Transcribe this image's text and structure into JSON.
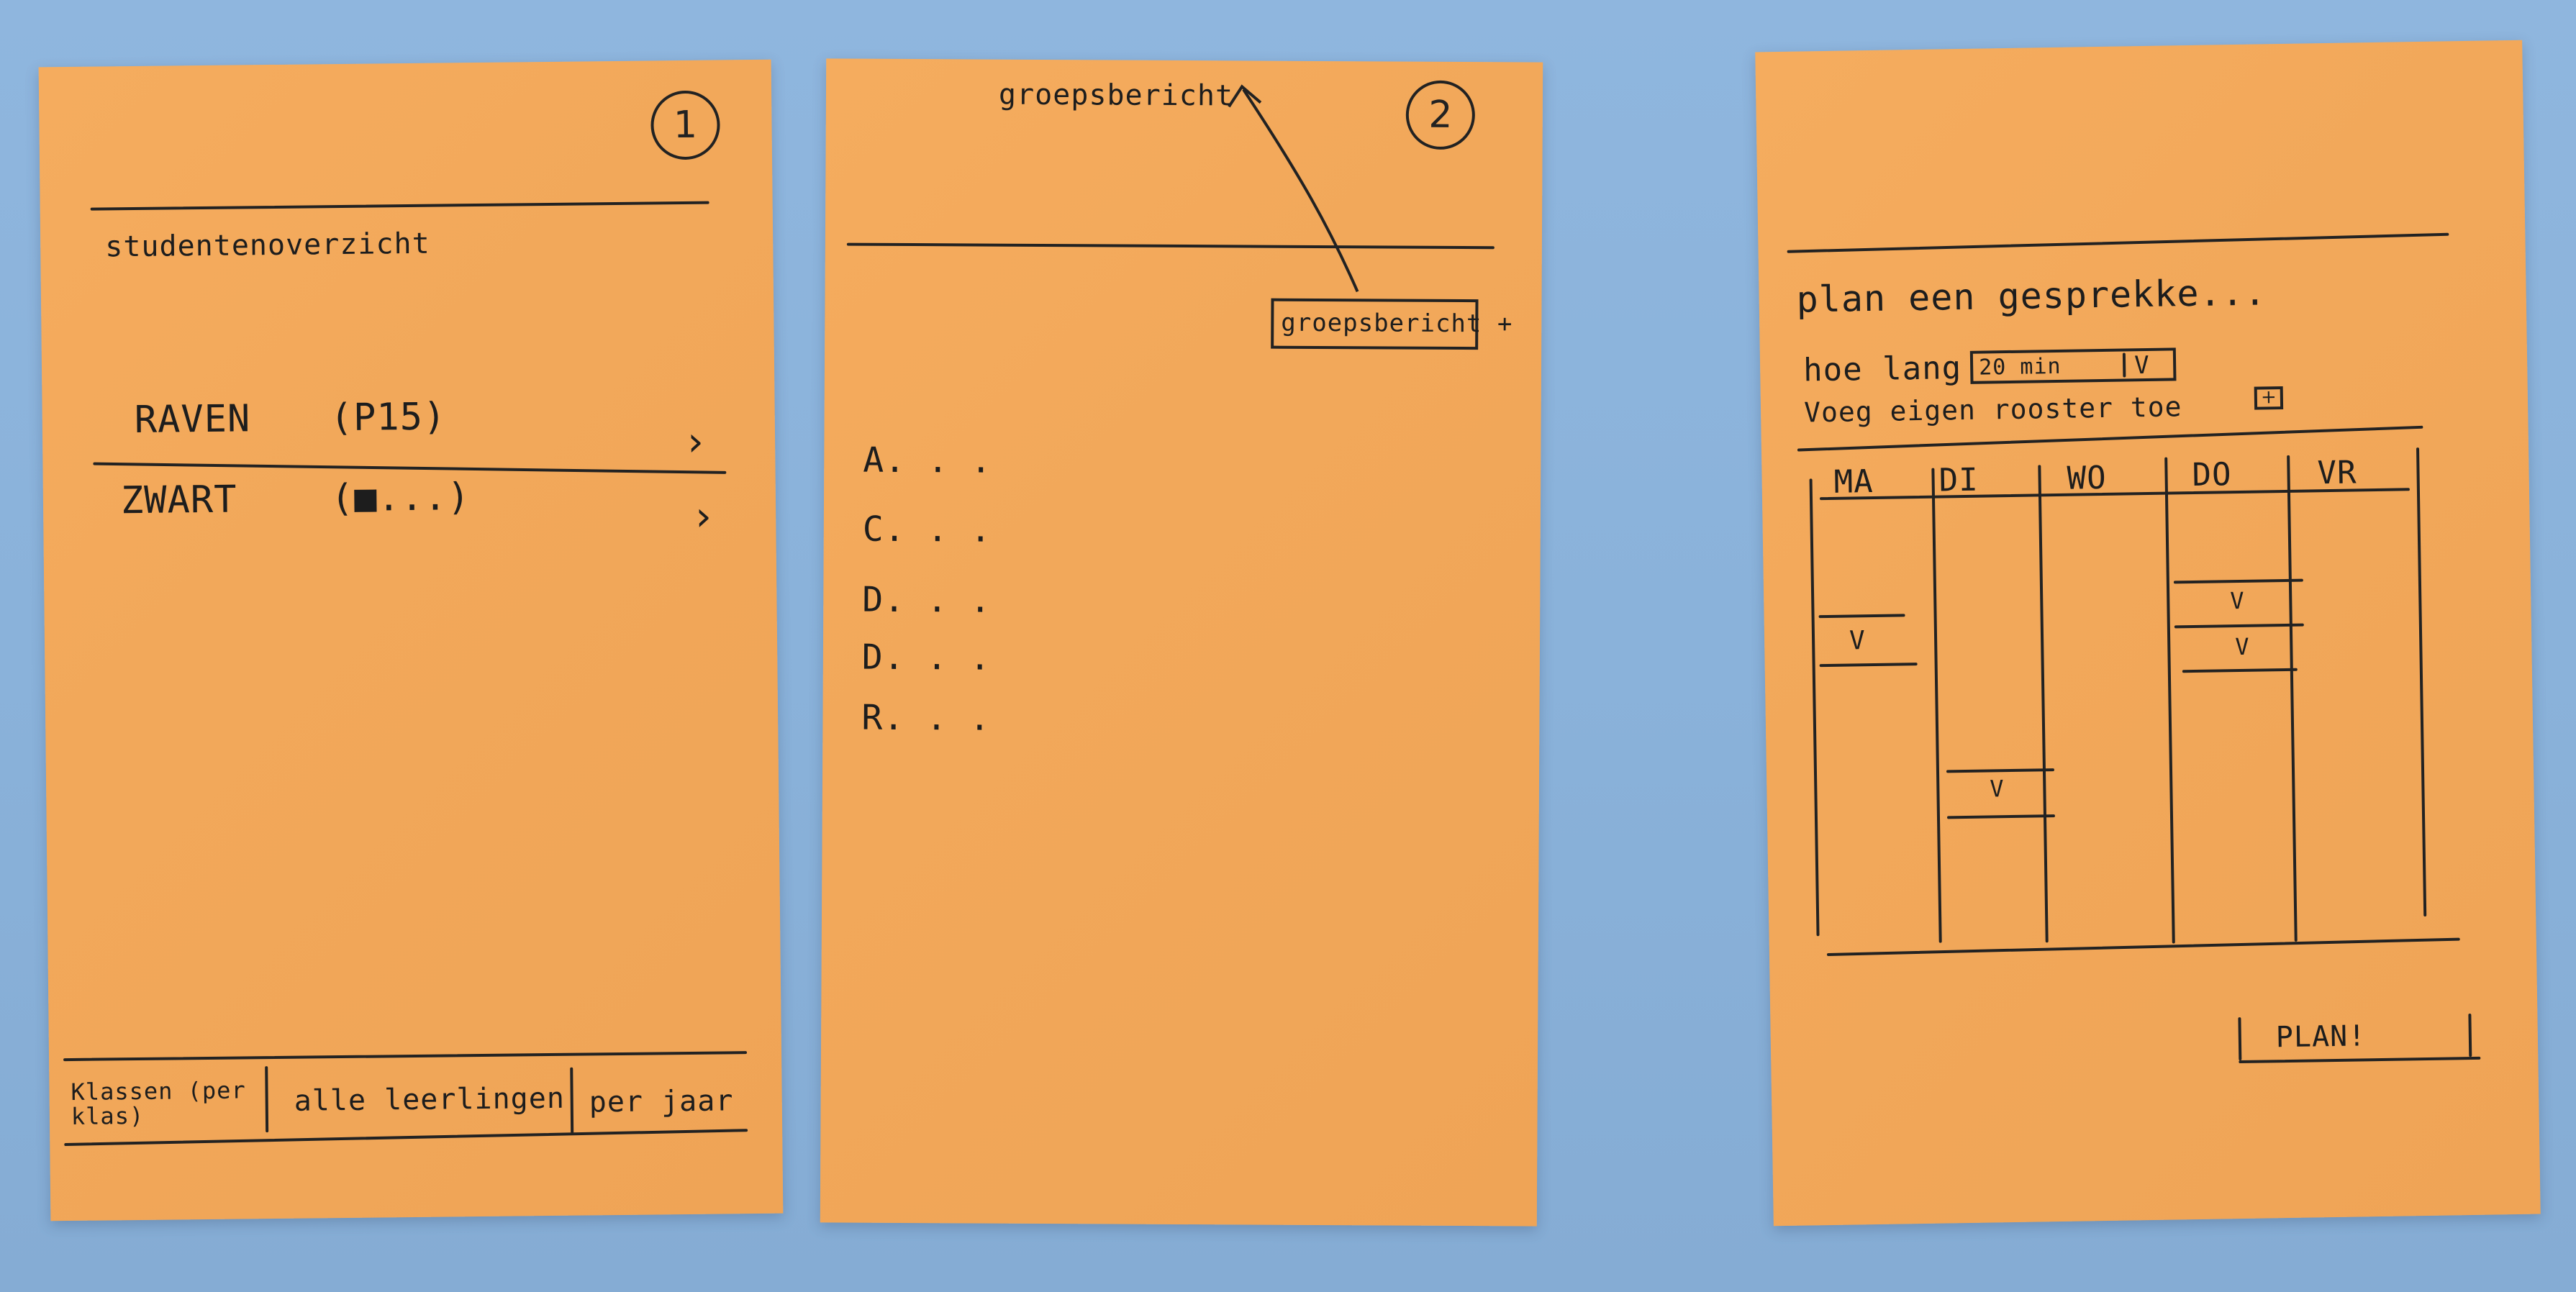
{
  "sheet1": {
    "number": "1",
    "title": "studentenoverzicht",
    "rows": [
      {
        "name": "RAVEN",
        "detail": "(P15)",
        "chev": "›"
      },
      {
        "name": "ZWART",
        "detail": "(■...)",
        "chev": "›"
      }
    ],
    "tabs": [
      "Klassen (per klas)",
      "alle leerlingen",
      "per jaar"
    ]
  },
  "sheet2": {
    "number": "2",
    "header_label": "groepsbericht",
    "button_label": "groepsbericht +",
    "list": [
      "A. . .",
      "C. . .",
      "D. . .",
      "D. . .",
      "R. . ."
    ]
  },
  "sheet3": {
    "title": "plan een gesprekke...",
    "duration_label": "hoe lang",
    "duration_value": "20 min",
    "duration_caret": "V",
    "add_schedule_label": "Voeg eigen rooster toe",
    "add_schedule_btn": "+",
    "days": [
      "MA",
      "DI",
      "WO",
      "DO",
      "VR"
    ],
    "check": "V",
    "plan_button": "PLAN!"
  }
}
